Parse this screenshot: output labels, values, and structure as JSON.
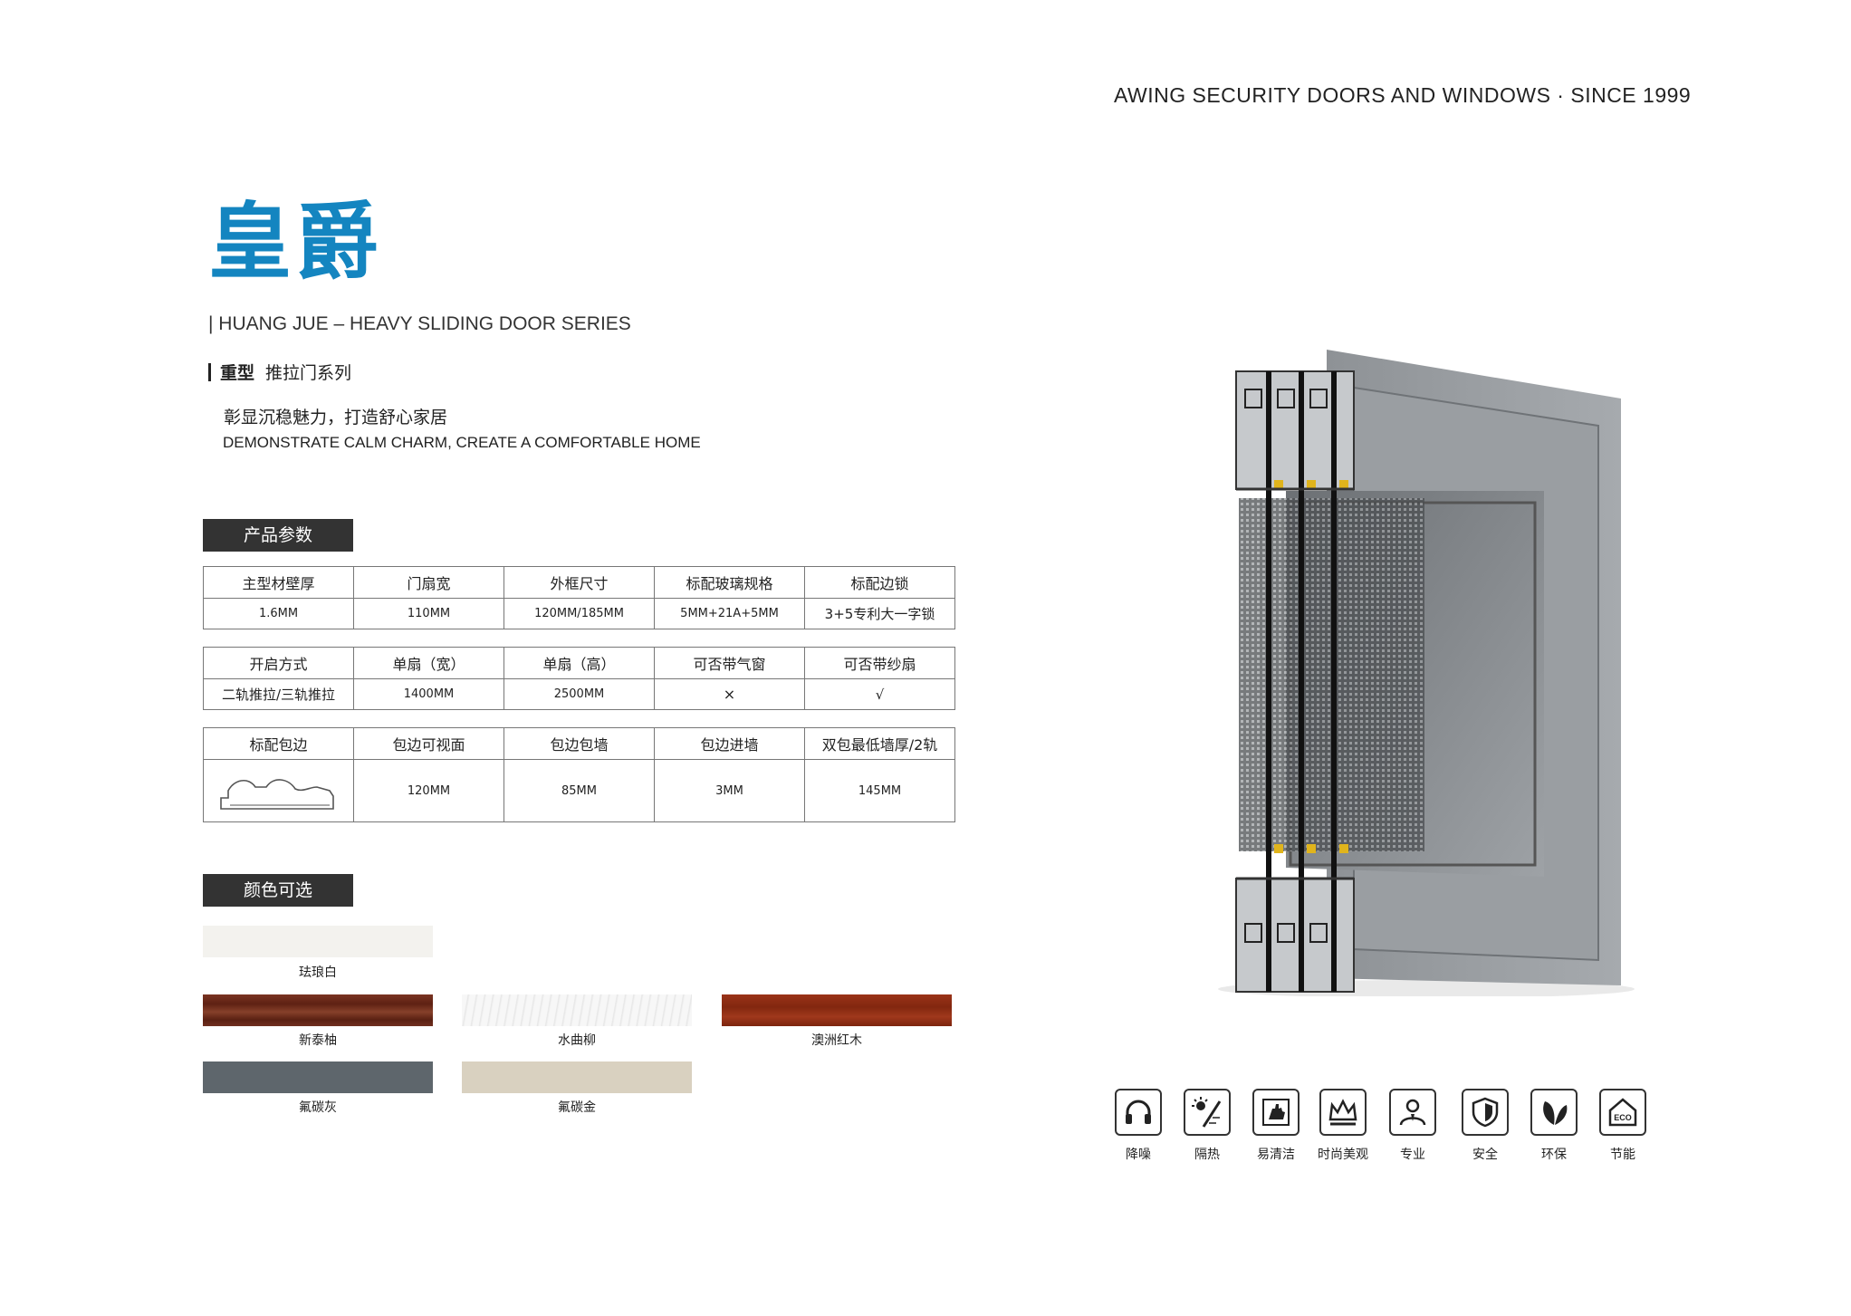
{
  "brand": "AWING SECURITY DOORS AND WINDOWS  ·  SINCE 1999",
  "title_cn": "皇爵",
  "title_en": "| HUANG JUE – HEAVY SLIDING DOOR SERIES",
  "series_strong": "重型",
  "series_rest": "推拉门系列",
  "slogan_cn": "彰显沉稳魅力，打造舒心家居",
  "slogan_en": "DEMONSTRATE CALM CHARM, CREATE A COMFORTABLE HOME",
  "params_title": "产品参数",
  "table1": {
    "headers": [
      "主型材壁厚",
      "门扇宽",
      "外框尺寸",
      "标配玻璃规格",
      "标配边锁"
    ],
    "values": [
      "1.6MM",
      "110MM",
      "120MM/185MM",
      "5MM+21A+5MM",
      "3+5专利大一字锁"
    ]
  },
  "table2": {
    "headers": [
      "开启方式",
      "单扇（宽）",
      "单扇（高）",
      "可否带气窗",
      "可否带纱扇"
    ],
    "values": [
      "二轨推拉/三轨推拉",
      "1400MM",
      "2500MM",
      "×",
      "√"
    ]
  },
  "table3": {
    "headers": [
      "标配包边",
      "包边可视面",
      "包边包墙",
      "包边进墙",
      "双包最低墙厚/2轨"
    ],
    "values": [
      "120MM",
      "85MM",
      "3MM",
      "145MM"
    ]
  },
  "colors_title": "颜色可选",
  "colors": [
    {
      "name": "珐琅白",
      "hex": "#f3f2ee"
    },
    {
      "name": "新泰柚",
      "hex": "#6e2a1a"
    },
    {
      "name": "水曲柳",
      "hex": "#f4f4f4"
    },
    {
      "name": "澳洲红木",
      "hex": "#8e2b14"
    },
    {
      "name": "氟碳灰",
      "hex": "#5e666c"
    },
    {
      "name": "氟碳金",
      "hex": "#d9d1c0"
    }
  ],
  "features": [
    {
      "label": "降噪",
      "icon": "headphones-icon"
    },
    {
      "label": "隔热",
      "icon": "sun-heat-icon"
    },
    {
      "label": "易清洁",
      "icon": "hand-wipe-icon"
    },
    {
      "label": "时尚美观",
      "icon": "crown-icon"
    },
    {
      "label": "专业",
      "icon": "professional-person-icon"
    },
    {
      "label": "安全",
      "icon": "shield-icon"
    },
    {
      "label": "环保",
      "icon": "leaf-icon"
    },
    {
      "label": "节能",
      "icon": "eco-house-icon"
    }
  ],
  "eco_text": "ECO",
  "accent_color": "#1485c0"
}
